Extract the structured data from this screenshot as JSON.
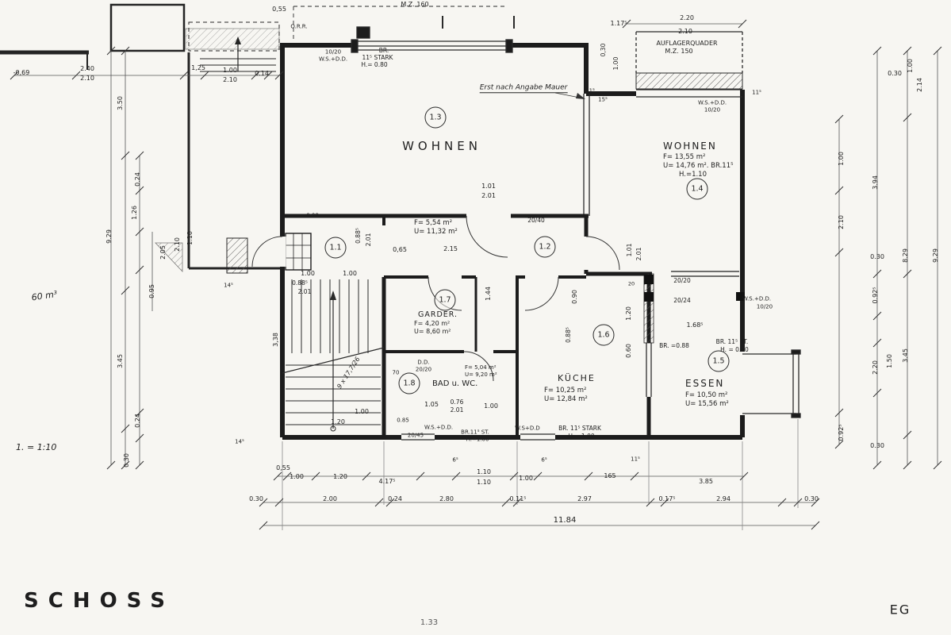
{
  "sheet": {
    "title_block": "SCHOSS",
    "sheet_code": "EG",
    "scale_note": "1. = 1:10",
    "footer_note": "1.33",
    "volume_note": "60 m³"
  },
  "rooms": {
    "r11": {
      "no": "1.1"
    },
    "r12": {
      "no": "1.2",
      "f": "F= 5,54 m²",
      "u": "U= 11,32 m²"
    },
    "r13": {
      "no": "1.3",
      "name": "WOHNEN"
    },
    "r14": {
      "no": "1.4",
      "name": "WOHNEN",
      "l1": "F= 13,55 m²",
      "l2": "U= 14,76 m². BR.11⁵",
      "l3": "H.=1.10"
    },
    "r15": {
      "no": "1.5",
      "name": "ESSEN",
      "l1": "F= 10,50 m²",
      "l2": "U= 15,56 m²"
    },
    "r16": {
      "no": "1.6",
      "name": "KÜCHE",
      "l1": "F= 10,25 m²",
      "l2": "U= 12,84 m²"
    },
    "r17": {
      "no": "1.7",
      "name": "GARDER.",
      "l1": "F= 4,20 m²",
      "l2": "U= 8,60 m²"
    },
    "r18": {
      "no": "1.8",
      "name": "BAD u. WC.",
      "l1": "F= 5,04 m²",
      "l2": "U= 9,20 m²"
    }
  },
  "notes": {
    "mz_top": "M.Z. 160",
    "orr": "O.R.R.",
    "br_top_1": "BR.",
    "br_top_2": "11⁵ STARK",
    "br_top_3": "H.= 0.80",
    "ws_top_1": "10/20",
    "ws_top_2": "W.S.+D.D.",
    "auf_1": "AUFLAGERQUADER",
    "auf_2": "M.Z. 150",
    "erst": "Erst nach Angabe Mauer",
    "ws_ne_1": "W.S.+D.D.",
    "ws_ne_2": "10/20",
    "col_1": "20/20",
    "col_2": "20/24",
    "beam": "20/40",
    "ws_e_1": "W.S.+D.D.",
    "ws_e_2": "10/20",
    "br_e_1": "BR. =0.88",
    "br_e_2": "BR. 11⁵ ST.",
    "br_e_3": "H. = 0.60",
    "dd_1": "D.D.",
    "dd_2": "20/20",
    "dd_3": "70",
    "s_1": "0.85",
    "s_2": "20/45",
    "s_3": "W.S.+D.D.",
    "s_4": "BR.11⁵ ST.",
    "s_5": "H.=1.00",
    "s_6": "W.S+D.D",
    "s_7": "BR. 11⁵ STARK",
    "s_8": "H.= 1.00",
    "stair_note": "9 x 17,7/26",
    "d008": "0.08"
  },
  "dims": {
    "tl": [
      "-0,69",
      "2.40",
      "2.10",
      "1,25",
      "1.00",
      "2.10",
      "0.14",
      "0,55"
    ],
    "left": [
      "3.50",
      "9.29",
      "0.24",
      "1.26",
      "0.95",
      "2.05",
      "2.10",
      "1.10",
      "3.45",
      "0.24",
      "0.30",
      "3,38"
    ],
    "right": [
      "0.30",
      "1.00",
      "2.14",
      "3.94",
      "1.00",
      "2.10",
      "0.30",
      "8.29",
      "9.29",
      "0.92⁵",
      "3.45",
      "2.20",
      "1.50",
      "0.92⁵",
      "0.30"
    ],
    "tr": [
      "1.17⁵",
      "2.20",
      "2.10",
      "0,30",
      "1.00",
      "11⁵",
      "15⁵",
      "11⁵"
    ],
    "flur": [
      "1.01",
      "2.01",
      "0.88⁵",
      "2.01",
      "0,65",
      "2.15",
      "1.01",
      "2.01",
      "20",
      "20"
    ],
    "stair_left": [
      "1.00",
      "0.88⁵",
      "2.01",
      "1.00",
      "14⁵"
    ],
    "garder": [
      "1.44",
      "0.90",
      "0.88⁵",
      "1.20",
      "0.60",
      "1.68⁵"
    ],
    "south_doors": [
      "1.05",
      "0.76",
      "2.01",
      "1.00",
      "1.20",
      "1.00"
    ],
    "b1": [
      "0,55",
      "1.00",
      "1.20",
      "4.17⁵",
      "1.10",
      "1.10",
      "1.00",
      "165",
      "3.85",
      "6⁵",
      "6⁵",
      "11⁵",
      "14⁵"
    ],
    "b2": [
      "0.30",
      "2.00",
      "0.24",
      "2.80",
      "0.11⁵",
      "2.97",
      "0.17⁵",
      "2.94",
      "0.30"
    ],
    "b3": [
      "11.84"
    ]
  }
}
